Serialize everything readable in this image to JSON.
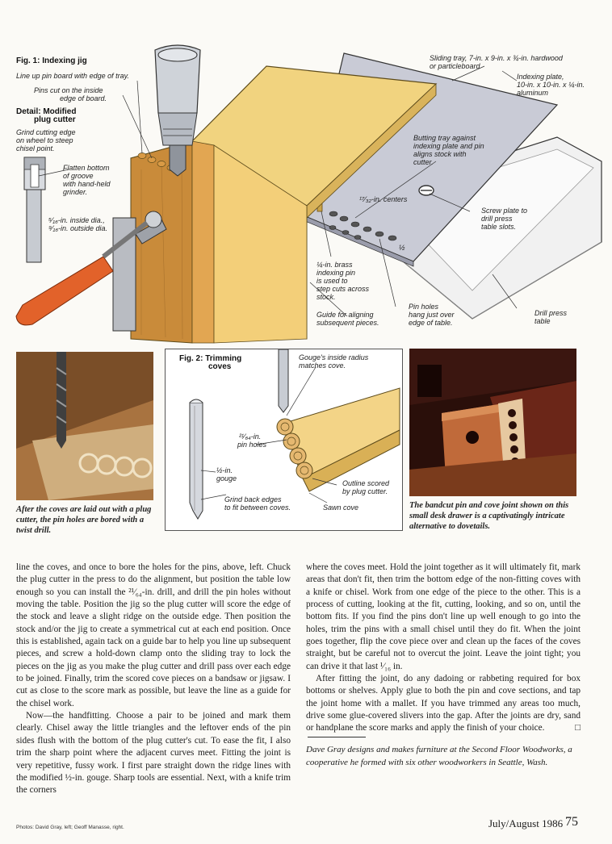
{
  "fig1": {
    "title": "Fig. 1: Indexing jig",
    "labels": {
      "line_up": "Line up pin board with edge of tray.",
      "pins_cut_1": "Pins cut on the inside",
      "pins_cut_2": "edge of board.",
      "detail_1": "Detail: Modified",
      "detail_2": "plug cutter",
      "grind_1": "Grind cutting edge",
      "grind_2": "on wheel to steep",
      "grind_3": "chisel point.",
      "flatten_1": "Flatten bottom",
      "flatten_2": "of groove",
      "flatten_3": "with hand-held",
      "flatten_4": "grinder.",
      "inside_dia": "⁵⁄₁₆-in. inside dia.,",
      "outside_dia": "⁹⁄₁₆-in. outside dia.",
      "tray_1": "Sliding tray, 7-in. x 9-in. x ¾-in. hardwood",
      "tray_2": "or particleboard",
      "plate_1": "Indexing plate,",
      "plate_2": "10-in. x 10-in. x ¼-in.",
      "plate_3": "aluminum",
      "butting_1": "Butting tray against",
      "butting_2": "indexing plate and pin",
      "butting_3": "aligns stock with",
      "butting_4": "cutter.",
      "centers": "¹⁷⁄₃₂-in. centers",
      "screw_1": "Screw plate to",
      "screw_2": "drill press",
      "screw_3": "table slots.",
      "half": "½",
      "brass_1": "¼-in. brass",
      "brass_2": "indexing pin",
      "brass_3": "is used to",
      "brass_4": "step cuts across",
      "brass_5": "stock.",
      "guide_1": "Guide for aligning",
      "guide_2": "subsequent pieces.",
      "holes_1": "Pin holes",
      "holes_2": "hang just over",
      "holes_3": "edge of table.",
      "press_1": "Drill press",
      "press_2": "table"
    }
  },
  "fig2": {
    "title_1": "Fig. 2: Trimming",
    "title_2": "coves",
    "labels": {
      "gouge_r_1": "Gouge's inside radius",
      "gouge_r_2": "matches cove.",
      "pinholes_1": "²¹⁄₆₄-in.",
      "pinholes_2": "pin holes",
      "gouge_1": "½-in.",
      "gouge_2": "gouge",
      "grind_1": "Grind back edges",
      "grind_2": "to fit between coves.",
      "outline_1": "Outline scored",
      "outline_2": "by plug cutter.",
      "sawn": "Sawn cove"
    }
  },
  "captions": {
    "left": "After the coves are laid out with a plug cutter, the pin holes are bored with a twist drill.",
    "right": "The bandcut pin and cove joint shown on this small desk drawer is a captivatingly intricate alternative to dovetails."
  },
  "body": {
    "left_col": [
      "line the coves, and once to bore the holes for the pins, above, left. Chuck the plug cutter in the press to do the alignment, but position the table low enough so you can install the ²¹⁄₆₄-in. drill, and drill the pin holes without moving the table. Position the jig so the plug cutter will score the edge of the stock and leave a slight ridge on the outside edge. Then position the stock and/or the jig to create a symmetrical cut at each end position. Once this is established, again tack on a guide bar to help you line up subsequent pieces, and screw a hold-down clamp onto the sliding tray to lock the pieces on the jig as you make the plug cutter and drill pass over each edge to be joined. Finally, trim the scored cove pieces on a bandsaw or jigsaw. I cut as close to the score mark as possible, but leave the line as a guide for the chisel work.",
      "Now—the handfitting. Choose a pair to be joined and mark them clearly. Chisel away the little triangles and the leftover ends of the pin sides flush with the bottom of the plug cutter's cut. To ease the fit, I also trim the sharp point where the adjacent curves meet. Fitting the joint is very repetitive, fussy work. I first pare straight down the ridge lines with the modified ½-in. gouge. Sharp tools are essential. Next, with a knife trim the corners"
    ],
    "right_col": [
      "where the coves meet. Hold the joint together as it will ultimately fit, mark areas that don't fit, then trim the bottom edge of the non-fitting coves with a knife or chisel. Work from one edge of the piece to the other. This is a process of cutting, looking at the fit, cutting, looking, and so on, until the bottom fits. If you find the pins don't line up well enough to go into the holes, trim the pins with a small chisel until they do fit. When the joint goes together, flip the cove piece over and clean up the faces of the coves straight, but be careful not to overcut the joint. Leave the joint tight; you can drive it that last ¹⁄₁₆ in.",
      "After fitting the joint, do any dadoing or rabbeting required for box bottoms or shelves. Apply glue to both the pin and cove sections, and tap the joint home with a mallet. If you have trimmed any areas too much, drive some glue-covered slivers into the gap. After the joints are dry, sand or handplane the score marks and apply the finish of your choice."
    ],
    "end_mark": "□",
    "bio": "Dave Gray designs and makes furniture at the Second Floor Woodworks, a cooperative he formed with six other woodworkers in Seattle, Wash."
  },
  "footer": {
    "credit": "Photos: David Gray, left; Geoff Manasse, right.",
    "issue": "July/August 1986",
    "page": "75"
  }
}
